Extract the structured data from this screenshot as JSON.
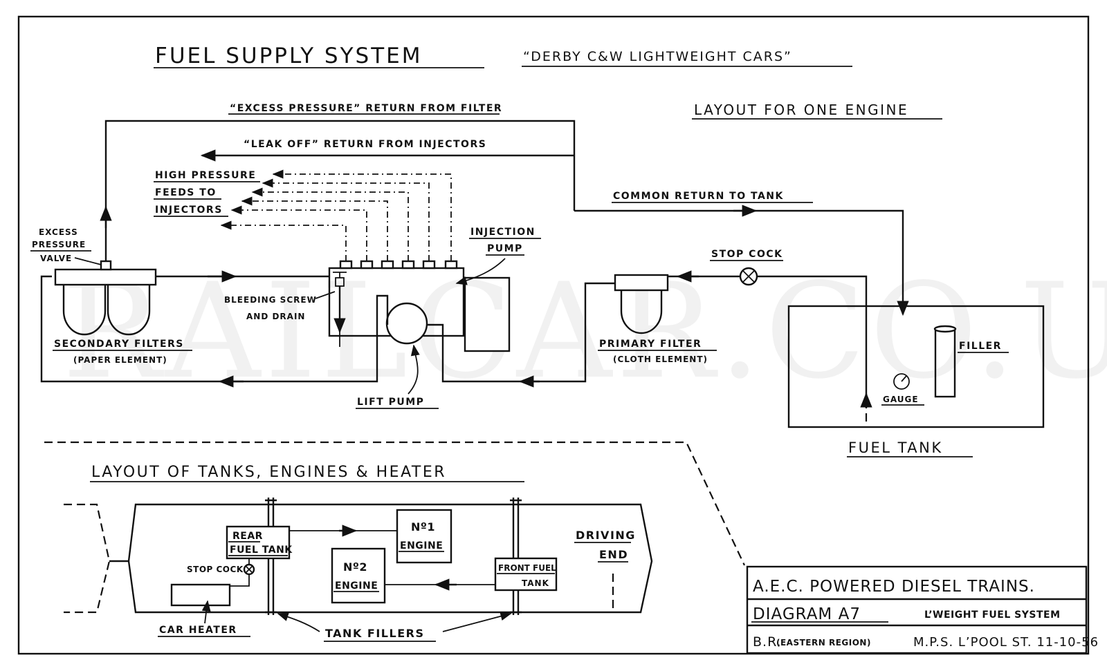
{
  "title": {
    "main": "FUEL SUPPLY SYSTEM",
    "subtitle": "“DERBY C&W LIGHTWEIGHT CARS”"
  },
  "engine_layout": {
    "heading": "LAYOUT FOR ONE ENGINE",
    "labels": {
      "excess_return": "“EXCESS PRESSURE” RETURN FROM FILTER",
      "leak_off": "“LEAK OFF” RETURN FROM INJECTORS",
      "hp_line1": "HIGH PRESSURE",
      "hp_line2": "FEEDS TO",
      "hp_line3": "INJECTORS",
      "common_return": "COMMON RETURN TO TANK",
      "excess_valve_line1": "EXCESS",
      "excess_valve_line2": "PRESSURE",
      "excess_valve_line3": "VALVE",
      "injection_pump_line1": "INJECTION",
      "injection_pump_line2": "PUMP",
      "stop_cock": "STOP COCK",
      "bleeding_line1": "BLEEDING SCREW",
      "bleeding_line2": "AND DRAIN",
      "secondary_filters": "SECONDARY FILTERS",
      "secondary_element": "(PAPER ELEMENT)",
      "primary_filter": "PRIMARY FILTER",
      "primary_element": "(CLOTH ELEMENT)",
      "lift_pump": "LIFT PUMP",
      "filler": "FILLER",
      "gauge": "GAUGE",
      "fuel_tank": "FUEL TANK"
    }
  },
  "tank_layout": {
    "heading": "LAYOUT OF TANKS, ENGINES & HEATER",
    "labels": {
      "rear_tank_line1": "REAR",
      "rear_tank_line2": "FUEL TANK",
      "engine1_line1": "Nº1",
      "engine1_line2": "ENGINE",
      "engine2_line1": "Nº2",
      "engine2_line2": "ENGINE",
      "front_tank_line1": "FRONT FUEL",
      "front_tank_line2": "TANK",
      "driving_line1": "DRIVING",
      "driving_line2": "END",
      "stop_cock": "STOP COCK",
      "car_heater": "CAR HEATER",
      "tank_fillers": "TANK FILLERS"
    }
  },
  "title_block": {
    "line1": "A.E.C. POWERED DIESEL TRAINS.",
    "line2_left": "DIAGRAM A7",
    "line2_right": "L’WEIGHT FUEL SYSTEM",
    "line3_left": "B.R.",
    "line3_region": "(EASTERN REGION)",
    "line3_right": "M.P.S. L’POOL ST. 11-10-56"
  },
  "watermark": "RAILCAR.CO.UK"
}
